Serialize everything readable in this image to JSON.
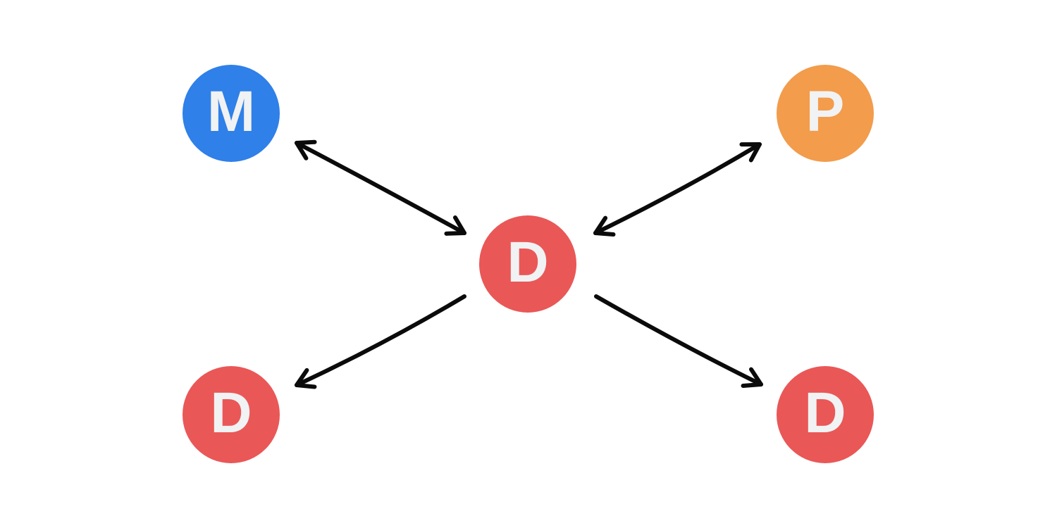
{
  "diagram": {
    "background_color": "#ffffff",
    "arrow_color": "#0b0b0b",
    "nodes": [
      {
        "id": "M",
        "label": "M",
        "color": "#2F80E8",
        "text_color": "#F1F2F3",
        "position": "top-left"
      },
      {
        "id": "P",
        "label": "P",
        "color": "#F29C4C",
        "text_color": "#F1F2F3",
        "position": "top-right"
      },
      {
        "id": "D-center",
        "label": "D",
        "color": "#EA5757",
        "text_color": "#F1F2F3",
        "position": "center"
      },
      {
        "id": "D-bottom-left",
        "label": "D",
        "color": "#EA5757",
        "text_color": "#F1F2F3",
        "position": "bottom-left"
      },
      {
        "id": "D-bottom-right",
        "label": "D",
        "color": "#EA5757",
        "text_color": "#F1F2F3",
        "position": "bottom-right"
      }
    ],
    "edges": [
      {
        "from": "M",
        "to": "D-center",
        "direction": "bidirectional"
      },
      {
        "from": "D-center",
        "to": "P",
        "direction": "bidirectional"
      },
      {
        "from": "D-center",
        "to": "D-bottom-left",
        "direction": "one-way"
      },
      {
        "from": "D-center",
        "to": "D-bottom-right",
        "direction": "one-way"
      }
    ]
  }
}
